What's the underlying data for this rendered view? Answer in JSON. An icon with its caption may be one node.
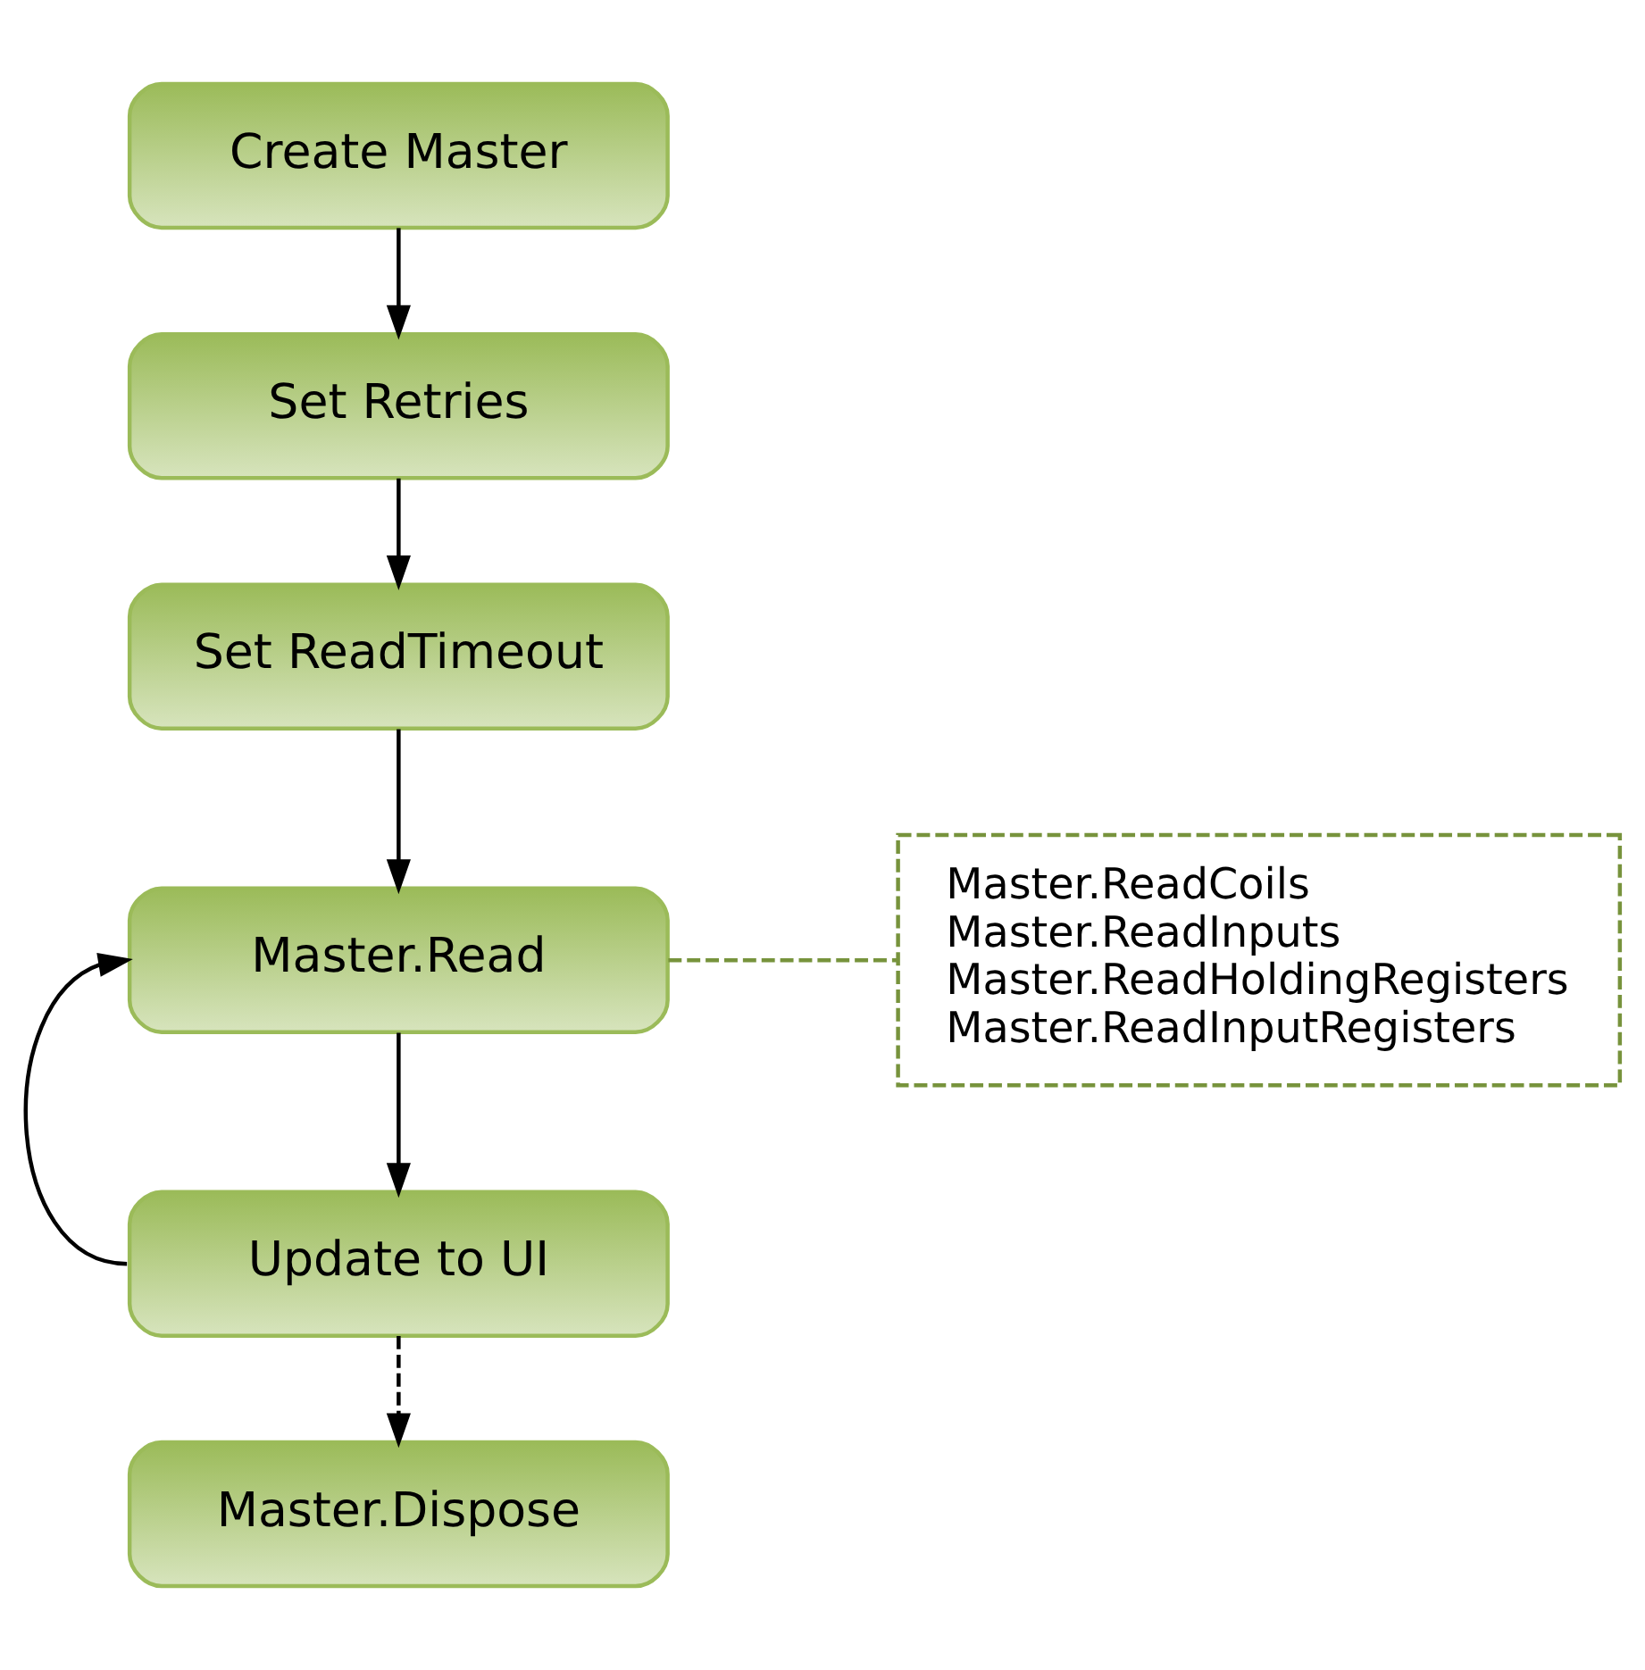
{
  "diagram": {
    "nodes": [
      {
        "text": [
          "Create Master"
        ]
      },
      {
        "text": [
          "Set Retries"
        ]
      },
      {
        "text": [
          "Set ReadTimeout"
        ]
      },
      {
        "text": [
          "Master.Read"
        ]
      },
      {
        "text": [
          "Update to UI"
        ]
      },
      {
        "text": [
          "Master.Dispose"
        ]
      },
      {
        "text": [
          "Master.ReadCoils",
          "Master.ReadInputs",
          "Master.ReadHoldingRegisters",
          "Master.ReadInputRegisters"
        ]
      }
    ],
    "edges": [
      {
        "from": 0,
        "to": 1,
        "arrow": "to"
      },
      {
        "from": 1,
        "to": 2,
        "arrow": "to"
      },
      {
        "from": 2,
        "to": 3,
        "arrow": "to"
      },
      {
        "from": 3,
        "to": 4,
        "arrow": "to"
      },
      {
        "from": 4,
        "to": 3,
        "arrow": "to"
      },
      {
        "from": 4,
        "to": 5,
        "arrow": "to",
        "style": "dashed"
      },
      {
        "from": 3,
        "to": 6,
        "arrow": "none",
        "style": "dashed",
        "color": "#77933c"
      }
    ]
  }
}
